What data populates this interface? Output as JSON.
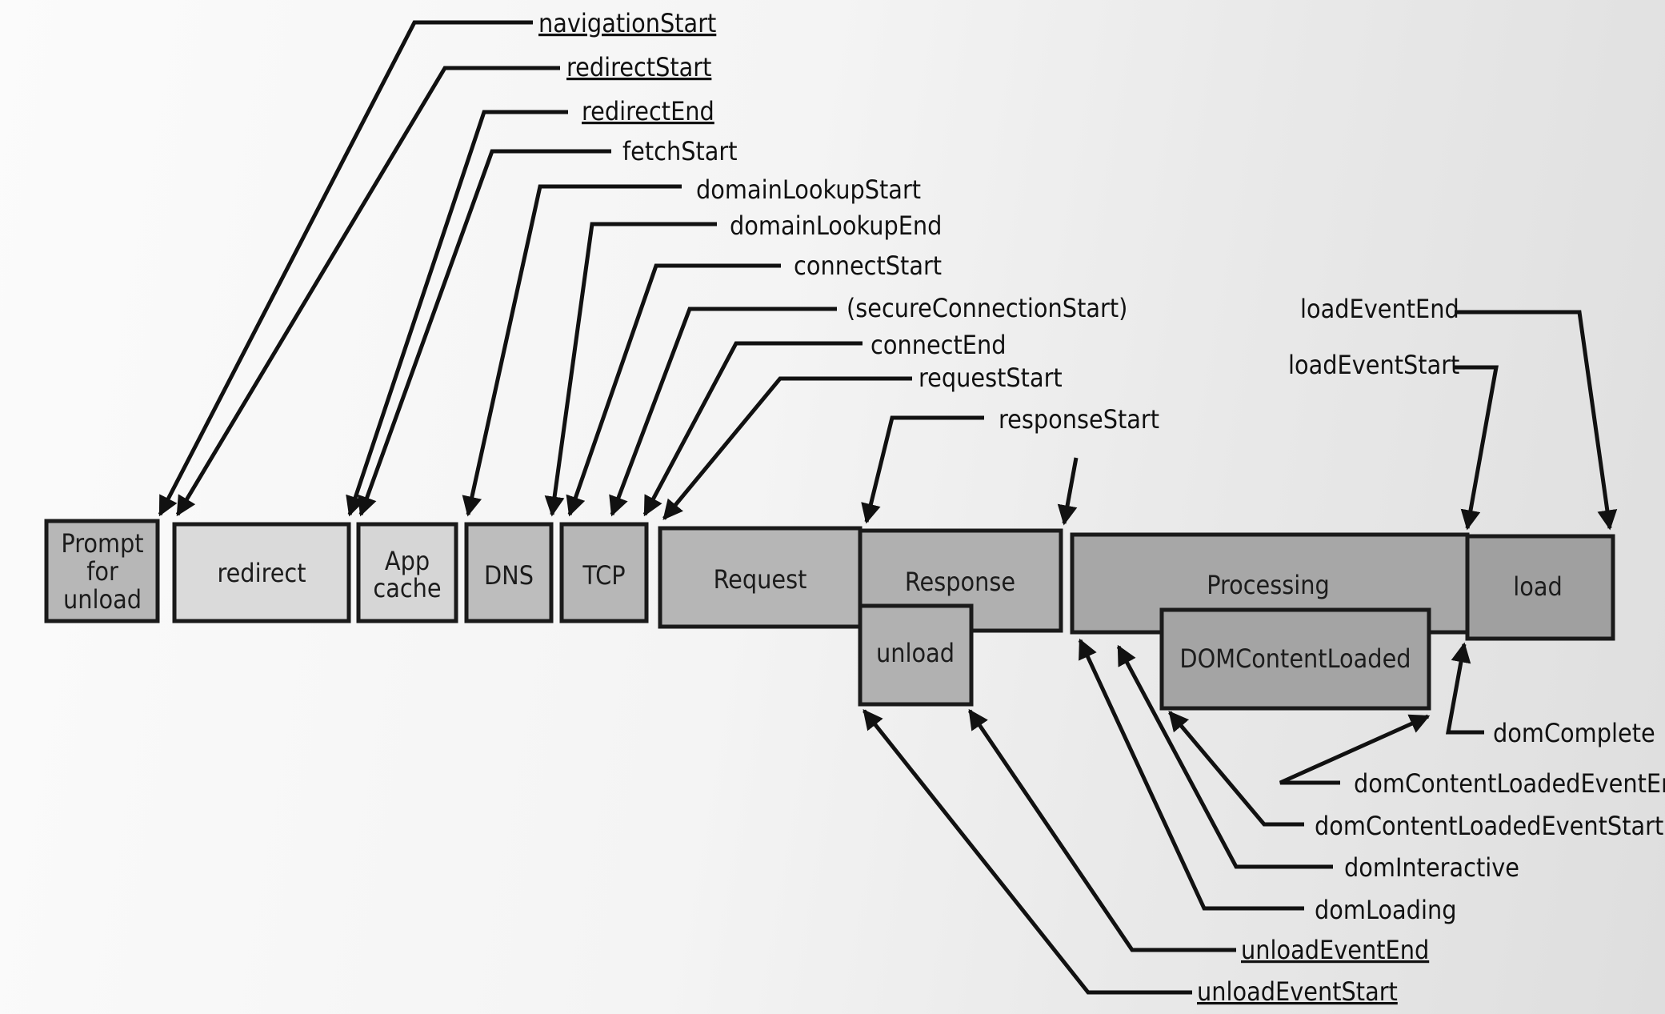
{
  "phases": {
    "prompt_for_unload": [
      "Prompt",
      "for",
      "unload"
    ],
    "redirect": "redirect",
    "app_cache": [
      "App",
      "cache"
    ],
    "dns": "DNS",
    "tcp": "TCP",
    "request": "Request",
    "response": "Response",
    "processing": "Processing",
    "load": "load",
    "unload": "unload",
    "dom_content_loaded": "DOMContentLoaded"
  },
  "events": {
    "navigation_start": "navigationStart",
    "redirect_start": "redirectStart",
    "redirect_end": "redirectEnd",
    "fetch_start": "fetchStart",
    "domain_lookup_start": "domainLookupStart",
    "domain_lookup_end": "domainLookupEnd",
    "connect_start": "connectStart",
    "secure_connection_start": "(secureConnectionStart)",
    "connect_end": "connectEnd",
    "request_start": "requestStart",
    "response_start": "responseStart",
    "load_event_end": "loadEventEnd",
    "load_event_start": "loadEventStart",
    "dom_complete": "domComplete",
    "dom_content_loaded_event_end": "domContentLoadedEventEnd",
    "dom_content_loaded_event_start": "domContentLoadedEventStart",
    "dom_interactive": "domInteractive",
    "dom_loading": "domLoading",
    "unload_event_end": "unloadEventEnd",
    "unload_event_start": "unloadEventStart"
  },
  "colors": {
    "light_box": "#d9d9d9",
    "medium_box": "#b3b3b3",
    "dark_box": "#a2a2a2",
    "line": "#111111"
  }
}
